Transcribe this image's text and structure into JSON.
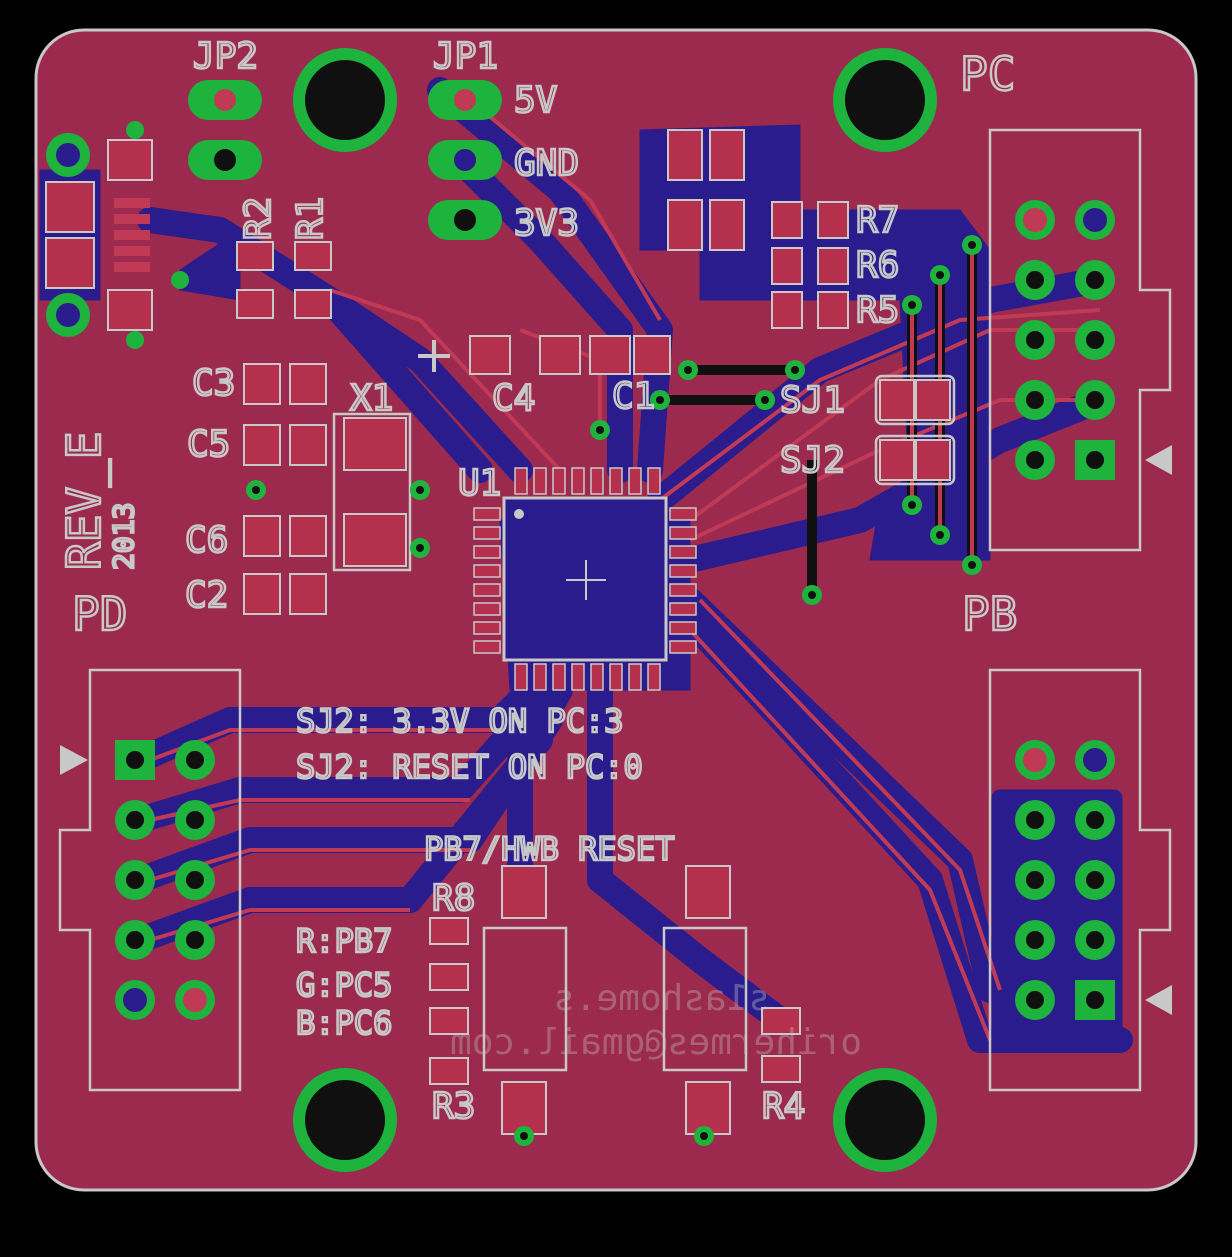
{
  "board": {
    "colors": {
      "background": "#000000",
      "board": "#9b2a4e",
      "top_copper": "#b5304d",
      "bottom_copper": "#2a1c8c",
      "pad": "#c03a56",
      "via_ring": "#1db33c",
      "silk": "#c8c8c8"
    },
    "revision": {
      "label": "REV_E",
      "year": "2013"
    },
    "ports": {
      "pc": "PC",
      "pb": "PB",
      "pd": "PD"
    },
    "jumpers": {
      "jp1": "JP1",
      "jp2": "JP2",
      "jp1_pins": [
        "5V",
        "GND",
        "3V3"
      ]
    },
    "components": {
      "u1": "U1",
      "x1": "X1",
      "r1": "R1",
      "r2": "R2",
      "r3": "R3",
      "r4": "R4",
      "r5": "R5",
      "r6": "R6",
      "r7": "R7",
      "r8": "R8",
      "c1": "C1",
      "c2": "C2",
      "c3": "C3",
      "c4": "C4",
      "c5": "C5",
      "c6": "C6",
      "sj1": "SJ1",
      "sj2": "SJ2"
    },
    "notes": {
      "sj2_line1": "SJ2: 3.3V ON PC:3",
      "sj2_line2": "SJ2: RESET ON PC:0",
      "buttons": "PB7/HWB RESET",
      "led_r": "R:PB7",
      "led_g": "G:PC5",
      "led_b": "B:PC6"
    },
    "bottom_mirror_text": {
      "line1": "s1ashome.s",
      "line2": "orihermes@gmail.com"
    }
  }
}
